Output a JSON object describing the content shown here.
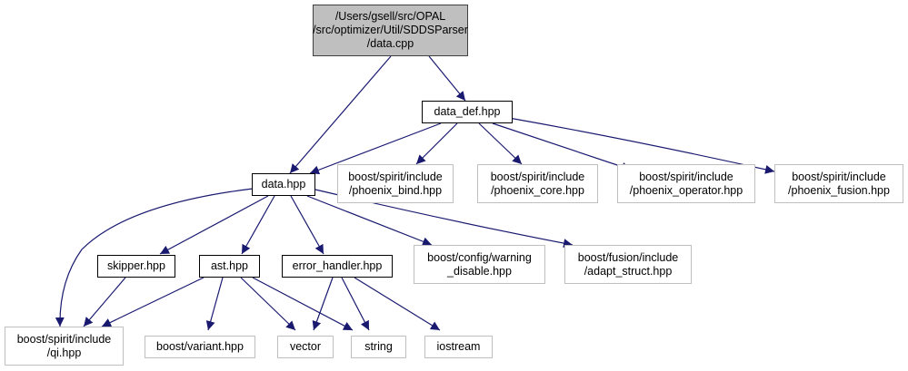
{
  "nodes": {
    "root": {
      "lines": [
        "/Users/gsell/src/OPAL",
        "/src/optimizer/Util/SDDSParser",
        "/data.cpp"
      ]
    },
    "data_def": {
      "lines": [
        "data_def.hpp"
      ]
    },
    "data_hpp": {
      "lines": [
        "data.hpp"
      ]
    },
    "phoenix_bind": {
      "lines": [
        "boost/spirit/include",
        "/phoenix_bind.hpp"
      ]
    },
    "phoenix_core": {
      "lines": [
        "boost/spirit/include",
        "/phoenix_core.hpp"
      ]
    },
    "phoenix_operator": {
      "lines": [
        "boost/spirit/include",
        "/phoenix_operator.hpp"
      ]
    },
    "phoenix_fusion": {
      "lines": [
        "boost/spirit/include",
        "/phoenix_fusion.hpp"
      ]
    },
    "skipper": {
      "lines": [
        "skipper.hpp"
      ]
    },
    "ast": {
      "lines": [
        "ast.hpp"
      ]
    },
    "error_handler": {
      "lines": [
        "error_handler.hpp"
      ]
    },
    "warning_disable": {
      "lines": [
        "boost/config/warning",
        "_disable.hpp"
      ]
    },
    "adapt_struct": {
      "lines": [
        "boost/fusion/include",
        "/adapt_struct.hpp"
      ]
    },
    "qi": {
      "lines": [
        "boost/spirit/include",
        "/qi.hpp"
      ]
    },
    "variant": {
      "lines": [
        "boost/variant.hpp"
      ]
    },
    "vector": {
      "lines": [
        "vector"
      ]
    },
    "string": {
      "lines": [
        "string"
      ]
    },
    "iostream": {
      "lines": [
        "iostream"
      ]
    }
  },
  "colors": {
    "edge": "#191970",
    "root_fill": "#bfbfbf",
    "main_border": "#000000",
    "ext_border": "#bfbfbf"
  }
}
